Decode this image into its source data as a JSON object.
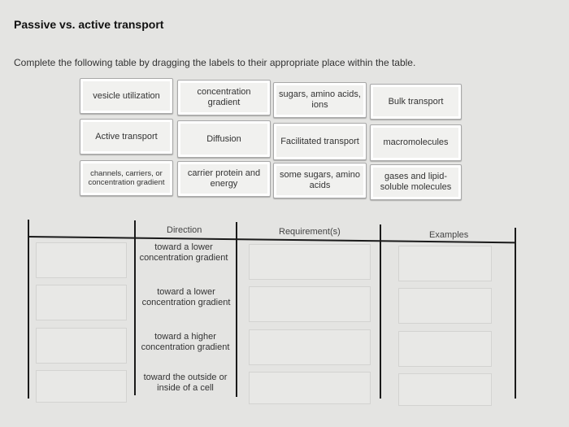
{
  "title": "Passive vs. active transport",
  "instructions": "Complete the following table by dragging the labels to their appropriate place within the table.",
  "labels": [
    "vesicle utilization",
    "concentration gradient",
    "sugars, amino acids, ions",
    "Bulk transport",
    "Active transport",
    "Diffusion",
    "Facilitated transport",
    "macromolecules",
    "channels, carriers, or concentration gradient",
    "carrier protein and energy",
    "some sugars, amino acids",
    "gases and lipid-soluble molecules"
  ],
  "table": {
    "headers": [
      "Direction",
      "Requirement(s)",
      "Examples"
    ],
    "rows": [
      "toward a lower concentration gradient",
      "toward a lower concentration gradient",
      "toward a higher concentration gradient",
      "toward the outside or inside of a cell"
    ]
  }
}
